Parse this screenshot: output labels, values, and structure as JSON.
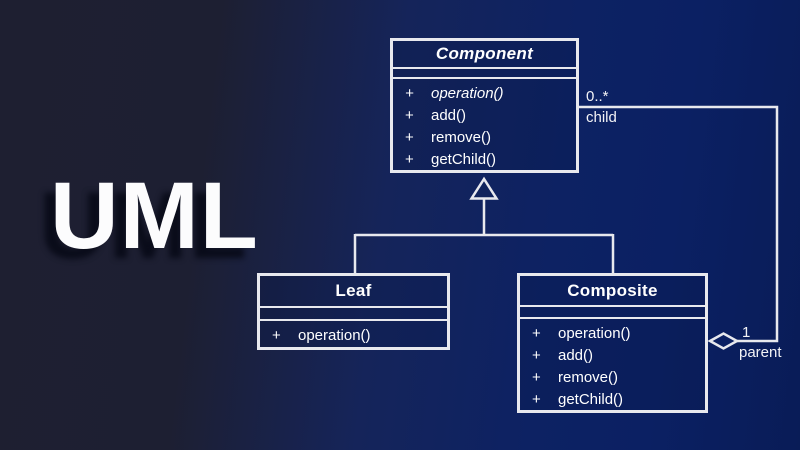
{
  "watermark": {
    "text": "UML"
  },
  "colors": {
    "background_left": "#1e1f31",
    "background_right": "#0b2063",
    "line": "#e8e9ee",
    "text": "#ffffff"
  },
  "diagram": {
    "type": "uml-class-diagram",
    "classes": [
      {
        "id": "component",
        "name": "Component",
        "abstract": true,
        "attributes": [],
        "methods": [
          {
            "visibility": "+",
            "signature": "operation()",
            "abstract": true
          },
          {
            "visibility": "+",
            "signature": "add()"
          },
          {
            "visibility": "+",
            "signature": "remove()"
          },
          {
            "visibility": "+",
            "signature": "getChild()"
          }
        ]
      },
      {
        "id": "leaf",
        "name": "Leaf",
        "abstract": false,
        "attributes": [],
        "methods": [
          {
            "visibility": "+",
            "signature": "operation()"
          }
        ]
      },
      {
        "id": "composite",
        "name": "Composite",
        "abstract": false,
        "attributes": [],
        "methods": [
          {
            "visibility": "+",
            "signature": "operation()"
          },
          {
            "visibility": "+",
            "signature": "add()"
          },
          {
            "visibility": "+",
            "signature": "remove()"
          },
          {
            "visibility": "+",
            "signature": "getChild()"
          }
        ]
      }
    ],
    "relationships": [
      {
        "type": "generalization",
        "from": "leaf",
        "to": "component"
      },
      {
        "type": "generalization",
        "from": "composite",
        "to": "component"
      },
      {
        "type": "aggregation",
        "from": "composite",
        "to": "component",
        "child_multiplicity": "0..*",
        "child_role": "child",
        "parent_multiplicity": "1",
        "parent_role": "parent"
      }
    ]
  }
}
